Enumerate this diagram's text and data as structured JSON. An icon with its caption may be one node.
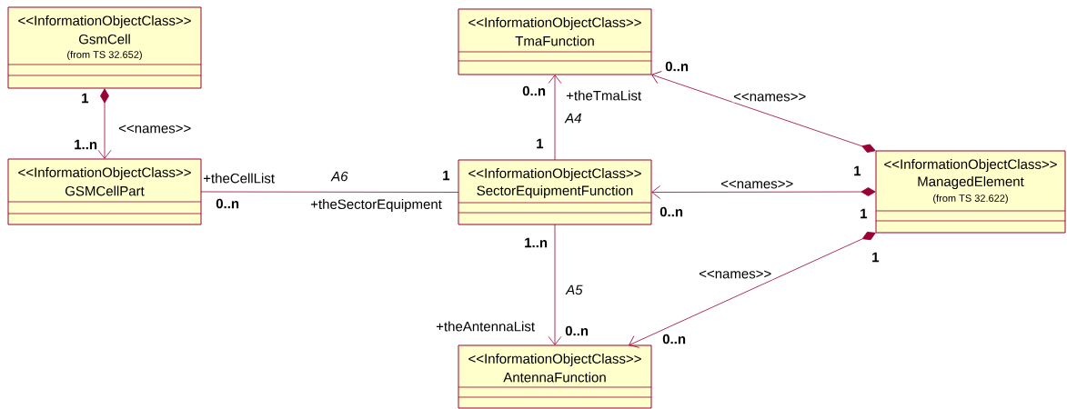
{
  "diagram": {
    "nodes": [
      {
        "text": [
          "<<InformationObjectClass>>",
          "GsmCell",
          "(from TS 32.652)"
        ]
      },
      {
        "text": [
          "<<InformationObjectClass>>",
          "TmaFunction"
        ]
      },
      {
        "text": [
          "<<InformationObjectClass>>",
          "GSMCellPart"
        ]
      },
      {
        "text": [
          "<<InformationObjectClass>>",
          "SectorEquipmentFunction"
        ]
      },
      {
        "text": [
          "<<InformationObjectClass>>",
          "ManagedElement",
          "(from TS 32.622)"
        ]
      },
      {
        "text": [
          "<<InformationObjectClass>>",
          "AntennaFunction"
        ]
      }
    ],
    "edges": [
      {
        "from": 0,
        "to": 2,
        "arrow": "to",
        "label": "<<names>>"
      },
      {
        "from": 3,
        "to": 1,
        "arrow": "to",
        "label": "A4"
      },
      {
        "from": 4,
        "to": 1,
        "arrow": "to",
        "label": "<<names>>"
      },
      {
        "from": 2,
        "to": 3,
        "arrow": "none",
        "label": "A6"
      },
      {
        "from": 4,
        "to": 3,
        "arrow": "to",
        "label": "<<names>>"
      },
      {
        "from": 3,
        "to": 5,
        "arrow": "to",
        "label": "A5"
      },
      {
        "from": 4,
        "to": 5,
        "arrow": "to",
        "label": "<<names>>"
      }
    ],
    "labels": [
      "0..n",
      "0..n",
      "+theTmaList",
      "1",
      "1",
      "1..n",
      "1",
      "+theCellList",
      "1",
      "0..n",
      "+theSectorEquipment",
      "0..n",
      "1",
      "1..n",
      "1",
      "+theAntennaList",
      "0..n",
      "0..n"
    ]
  }
}
